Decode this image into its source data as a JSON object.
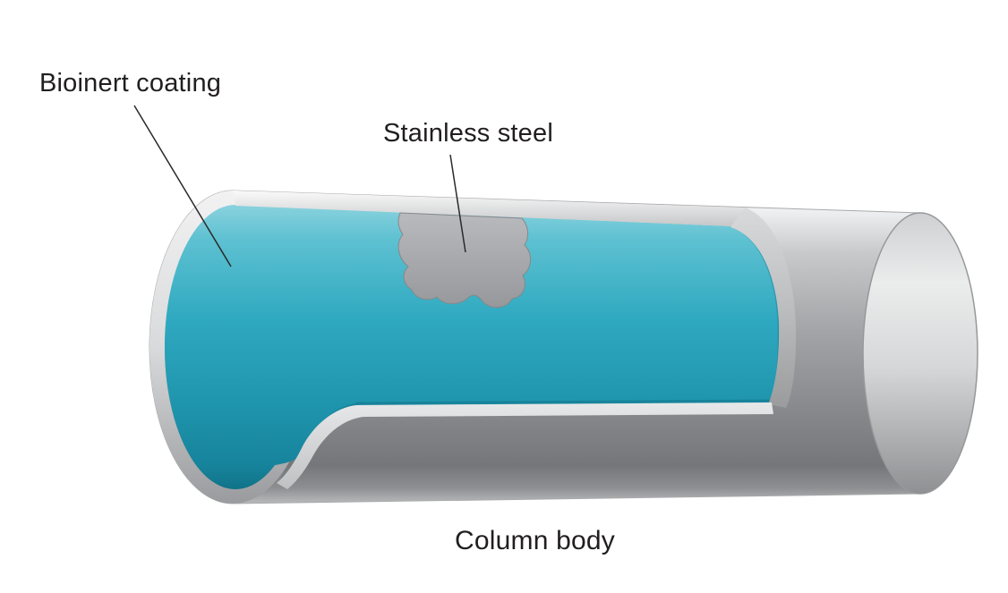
{
  "diagram": {
    "name": "bioinert-column-cutaway",
    "labels": {
      "bioinert_coating": "Bioinert coating",
      "stainless_steel": "Stainless steel",
      "column_body": "Column body"
    },
    "colors": {
      "background": "#ffffff",
      "text": "#211e1f",
      "coating_teal": "#2fa9c0",
      "steel_gray": "#a6a7aa",
      "tube_gray_light": "#f0f1f2",
      "tube_gray_dark": "#75767a",
      "leader_line": "#2a2a2a"
    }
  }
}
